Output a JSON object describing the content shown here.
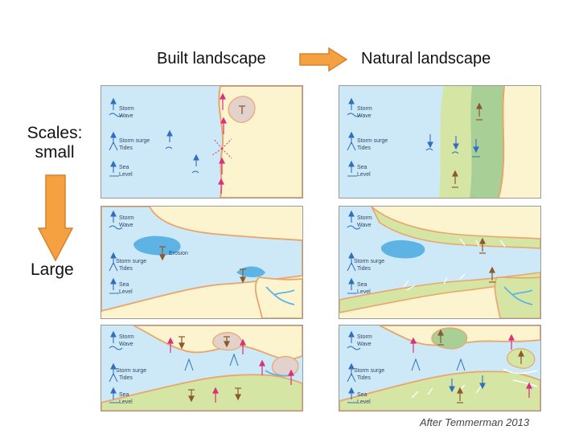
{
  "headers": {
    "built": "Built landscape",
    "natural": "Natural landscape"
  },
  "scales": {
    "small_label": "Scales:\nsmall",
    "large_label": "Large"
  },
  "credit": "After Temmerman 2013",
  "panel_labels": {
    "storm": "Storm",
    "wave": "Wave",
    "storm_surge": "Storm surge",
    "tides": "Tides",
    "sea": "Sea",
    "level": "Level",
    "erosion": "Erosion"
  },
  "colors": {
    "water": "#cde8f6",
    "land": "#fcf3cf",
    "shore": "#e9a56b",
    "marsh": "#d5e5a4",
    "marsh_dark": "#a8cf96",
    "built_area": "#e3d2cc",
    "pool": "#5db4e4",
    "arrow_up": "#d8317a",
    "arrow_blue": "#2f6fc0",
    "arrow_land": "#8c5a2b",
    "big_arrow": "#f5a142"
  },
  "icons": [
    "right-arrow-icon",
    "down-arrow-icon",
    "storm-wave-icon",
    "tide-icon",
    "sea-level-icon"
  ]
}
